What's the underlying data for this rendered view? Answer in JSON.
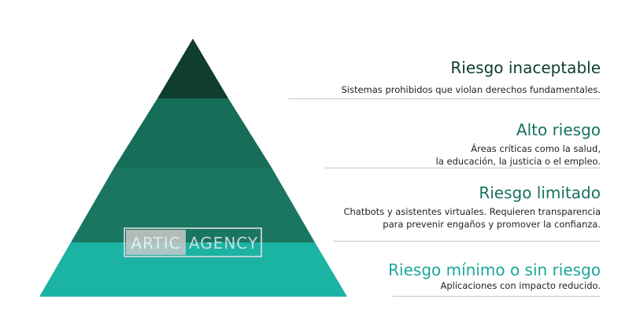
{
  "watermark": {
    "part1": "ARTIC",
    "part2": "AGENCY"
  },
  "levels": [
    {
      "title": "Riesgo inaceptable",
      "description": "Sistemas prohibidos que violan derechos fundamentales.",
      "color": "#0f3d30"
    },
    {
      "title": "Alto riesgo",
      "description": "Áreas críticas como la salud,\nla educación, la justicia o el empleo.",
      "color": "#166d58"
    },
    {
      "title": "Riesgo limitado",
      "description": "Chatbots y asistentes virtuales. Requieren transparencia\npara prevenir engaños y promover la confianza.",
      "color": "#1a7561"
    },
    {
      "title": "Riesgo mínimo o sin riesgo",
      "description": "Aplicaciones con impacto reducido.",
      "color": "#1bb3a3"
    }
  ],
  "colors": {
    "title_dark": "#0f3d30",
    "title_mid": "#16725e",
    "title_teal": "#1aa897",
    "tier_1": "#0f3d30",
    "tier_2": "#166d58",
    "tier_3": "#1a7561",
    "tier_4": "#1bb3a3"
  }
}
